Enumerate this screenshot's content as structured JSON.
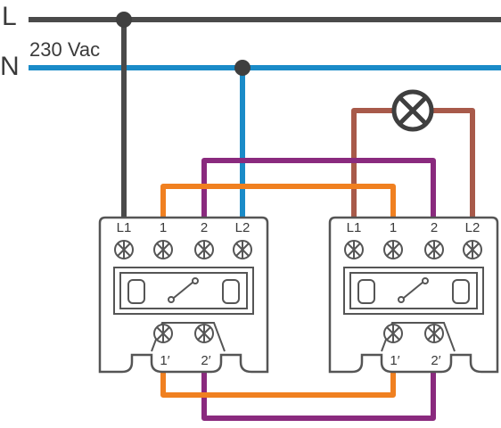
{
  "rails": {
    "line_label": "L",
    "neutral_label": "N",
    "voltage_label": "230 Vac"
  },
  "switches": [
    {
      "top_terminals": [
        "L1",
        "1",
        "2",
        "L2"
      ],
      "bottom_terminals": [
        "1′",
        "2′"
      ]
    },
    {
      "top_terminals": [
        "L1",
        "1",
        "2",
        "L2"
      ],
      "bottom_terminals": [
        "1′",
        "2′"
      ]
    }
  ],
  "colors": {
    "line": "#4a4a4a",
    "neutral": "#1a8bc8",
    "lamp_wire": "#a85a4a",
    "purple": "#8a2a7e",
    "orange": "#f08020",
    "device_outline": "#555555"
  }
}
